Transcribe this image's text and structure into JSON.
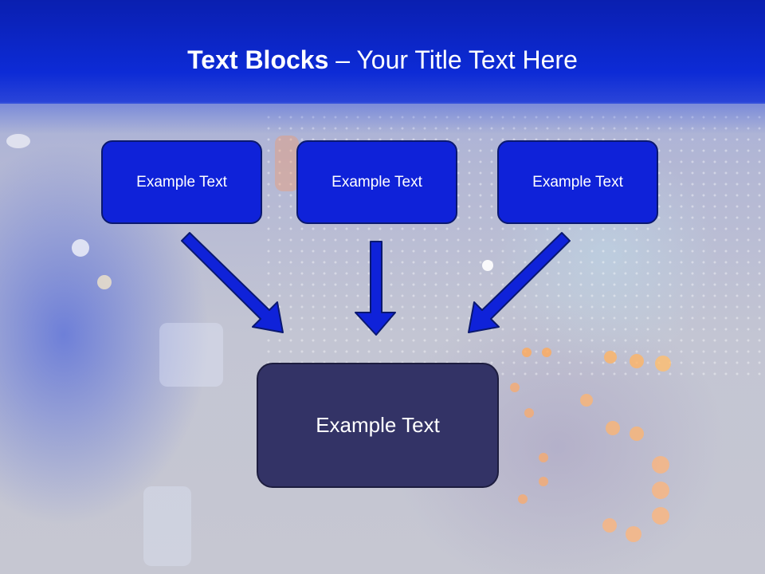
{
  "title": {
    "bold": "Text Blocks",
    "separator": " – ",
    "rest": "Your Title Text Here"
  },
  "blocks": {
    "left": "Example Text",
    "center": "Example Text",
    "right": "Example Text",
    "bottom": "Example Text"
  },
  "colors": {
    "header": "#0d2bd6",
    "top_box": "#0f22d9",
    "bottom_box": "#333366",
    "arrow": "#0f22d9"
  }
}
